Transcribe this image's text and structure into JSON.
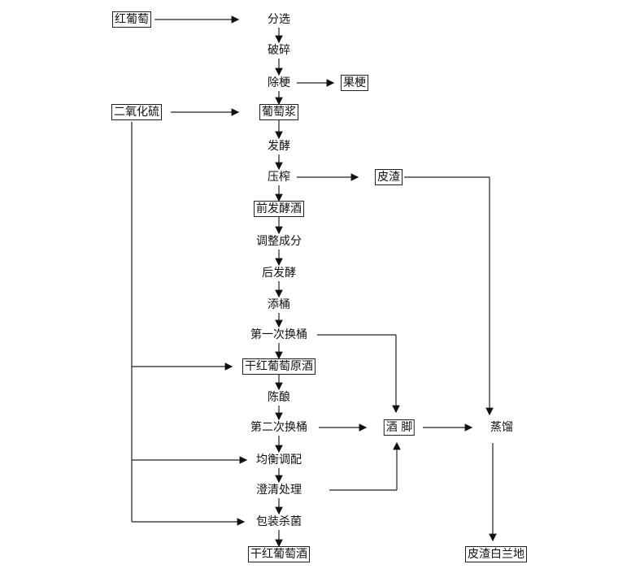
{
  "inputs": {
    "grape": "红葡萄",
    "so2": "二氧化硫"
  },
  "main_steps": [
    "分选",
    "破碎",
    "除梗",
    "葡萄浆",
    "发酵",
    "压榨",
    "前发酵酒",
    "调整成分",
    "后发酵",
    "添桶",
    "第一次换桶",
    "干红葡萄原酒",
    "陈酿",
    "第二次换桶",
    "均衡调配",
    "澄清处理",
    "包装杀菌",
    "干红葡萄酒"
  ],
  "side": {
    "stems": "果梗",
    "pomace": "皮渣",
    "lees": "酒  脚",
    "distill": "蒸馏",
    "brandy": "皮渣白兰地"
  }
}
